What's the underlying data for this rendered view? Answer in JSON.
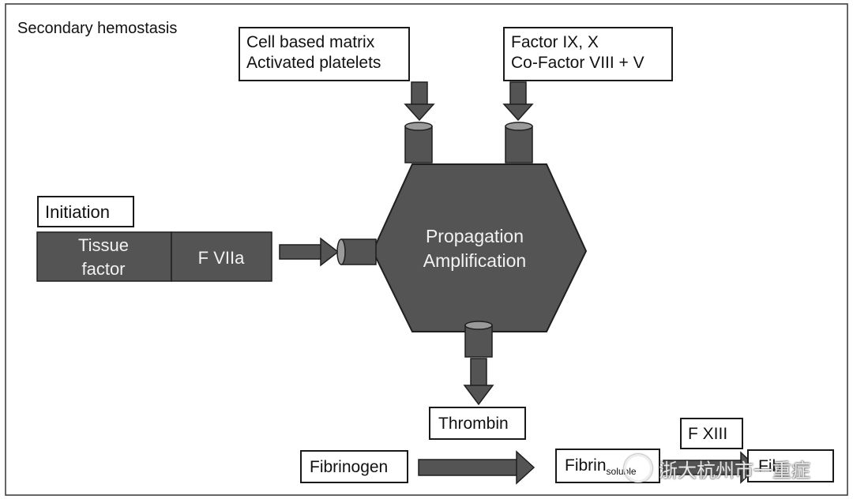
{
  "diagram": {
    "title": "Secondary hemostasis",
    "inputs": {
      "matrix": [
        "Cell based matrix",
        "Activated platelets"
      ],
      "factors": [
        "Factor IX, X",
        "Co-Factor VIII + V"
      ]
    },
    "initiation": {
      "label": "Initiation",
      "tissue_factor": [
        "Tissue",
        "factor"
      ],
      "fviia": "F VIIa"
    },
    "hub": [
      "Propagation",
      "Amplification"
    ],
    "thrombin": "Thrombin",
    "fibrinogen": "Fibrinogen",
    "fibrin_soluble": {
      "main": "Fibrin",
      "sub": "soluble"
    },
    "fxiii": "F XIII",
    "fibrin_final": "Fib"
  },
  "watermark": "浙大杭州市一重症",
  "colors": {
    "shape_fill": "#545454",
    "shape_stroke": "#1f1f1f",
    "text_light": "#f2f2f2",
    "border": "#1a1a1a"
  }
}
